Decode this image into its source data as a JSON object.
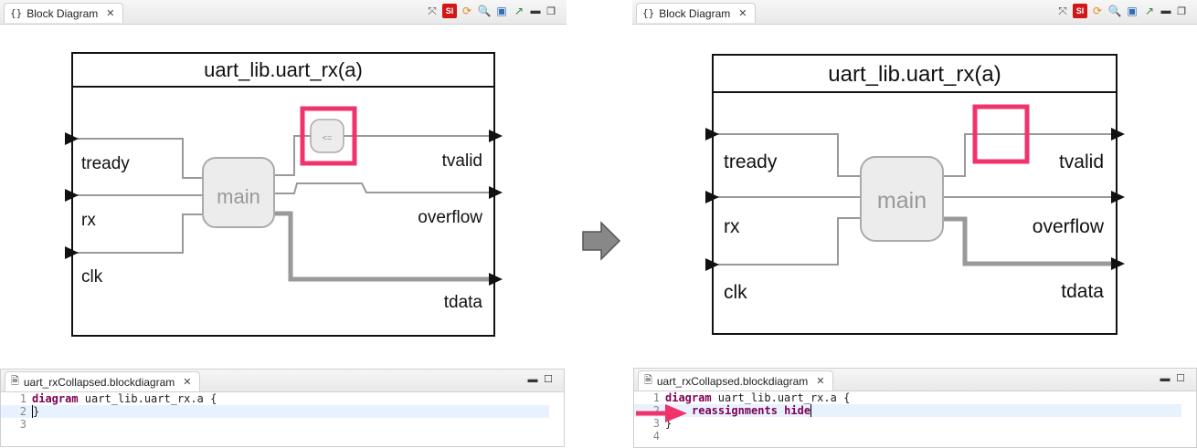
{
  "left": {
    "diagram_tab": {
      "title": "Block Diagram"
    },
    "diagram": {
      "block_title": "uart_lib.uart_rx(a)",
      "inputs": [
        "tready",
        "rx",
        "clk"
      ],
      "outputs": [
        "tvalid",
        "overflow",
        "tdata"
      ],
      "process": "main",
      "assign_label": "<="
    },
    "editor": {
      "tab_title": "uart_rxCollapsed.blockdiagram",
      "lines": [
        {
          "num": "1",
          "kw": "diagram",
          "text": " uart_lib.uart_rx.a {"
        },
        {
          "num": "2",
          "kw": "",
          "text": "}"
        },
        {
          "num": "3",
          "kw": "",
          "text": ""
        }
      ]
    }
  },
  "right": {
    "diagram_tab": {
      "title": "Block Diagram"
    },
    "diagram": {
      "block_title": "uart_lib.uart_rx(a)",
      "inputs": [
        "tready",
        "rx",
        "clk"
      ],
      "outputs": [
        "tvalid",
        "overflow",
        "tdata"
      ],
      "process": "main"
    },
    "editor": {
      "tab_title": "uart_rxCollapsed.blockdiagram",
      "lines": [
        {
          "num": "1",
          "kw": "diagram",
          "text": " uart_lib.uart_rx.a {"
        },
        {
          "num": "2",
          "kw": "reassignments hide",
          "text": ""
        },
        {
          "num": "3",
          "kw": "",
          "text": "}"
        },
        {
          "num": "4",
          "kw": "",
          "text": ""
        }
      ]
    }
  },
  "toolbar_icons": [
    "arrange-icon",
    "si-icon",
    "sync-icon",
    "zoom-icon",
    "save-icon",
    "export-icon"
  ],
  "toolbar_glyphs": [
    "⤧",
    "SI",
    "⟳",
    "🔍",
    "▣",
    "↗"
  ],
  "highlight_color": "#f0336b",
  "arrow_color": "#f0336b"
}
